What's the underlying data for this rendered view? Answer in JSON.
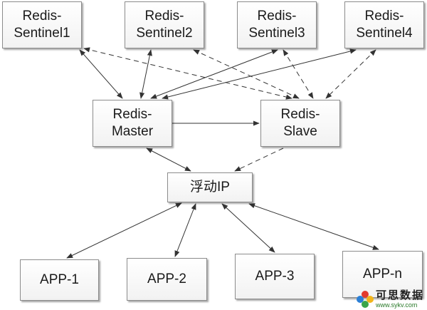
{
  "nodes": {
    "sentinel1": {
      "line1": "Redis-",
      "line2": "Sentinel1"
    },
    "sentinel2": {
      "line1": "Redis-",
      "line2": "Sentinel2"
    },
    "sentinel3": {
      "line1": "Redis-",
      "line2": "Sentinel3"
    },
    "sentinel4": {
      "line1": "Redis-",
      "line2": "Sentinel4"
    },
    "master": {
      "line1": "Redis-",
      "line2": "Master"
    },
    "slave": {
      "line1": "Redis-",
      "line2": "Slave"
    },
    "vip": {
      "label": "浮动IP"
    },
    "app1": {
      "label": "APP-1"
    },
    "app2": {
      "label": "APP-2"
    },
    "app3": {
      "label": "APP-3"
    },
    "appn": {
      "label": "APP-n"
    }
  },
  "edges": [
    {
      "from": "sentinel1",
      "to": "master",
      "style": "solid",
      "arrows": "both"
    },
    {
      "from": "sentinel1",
      "to": "slave",
      "style": "dashed",
      "arrows": "both"
    },
    {
      "from": "sentinel2",
      "to": "master",
      "style": "solid",
      "arrows": "both"
    },
    {
      "from": "sentinel2",
      "to": "slave",
      "style": "dashed",
      "arrows": "both"
    },
    {
      "from": "sentinel3",
      "to": "master",
      "style": "solid",
      "arrows": "both"
    },
    {
      "from": "sentinel3",
      "to": "slave",
      "style": "dashed",
      "arrows": "both"
    },
    {
      "from": "sentinel4",
      "to": "master",
      "style": "solid",
      "arrows": "both"
    },
    {
      "from": "sentinel4",
      "to": "slave",
      "style": "dashed",
      "arrows": "both"
    },
    {
      "from": "master",
      "to": "slave",
      "style": "solid",
      "arrows": "end"
    },
    {
      "from": "master",
      "to": "vip",
      "style": "solid",
      "arrows": "both"
    },
    {
      "from": "slave",
      "to": "vip",
      "style": "dashed",
      "arrows": "end"
    },
    {
      "from": "vip",
      "to": "app1",
      "style": "solid",
      "arrows": "both"
    },
    {
      "from": "vip",
      "to": "app2",
      "style": "solid",
      "arrows": "both"
    },
    {
      "from": "vip",
      "to": "app3",
      "style": "solid",
      "arrows": "both"
    },
    {
      "from": "vip",
      "to": "appn",
      "style": "solid",
      "arrows": "both"
    }
  ],
  "watermark": {
    "title": "可思数据",
    "url": "www.sykv.com",
    "dot_colors": [
      "#e23b2e",
      "#2b7fd6",
      "#f2b51c",
      "#3aa54a"
    ]
  },
  "colors": {
    "line": "#333333",
    "box_border": "#8c8c8c"
  }
}
